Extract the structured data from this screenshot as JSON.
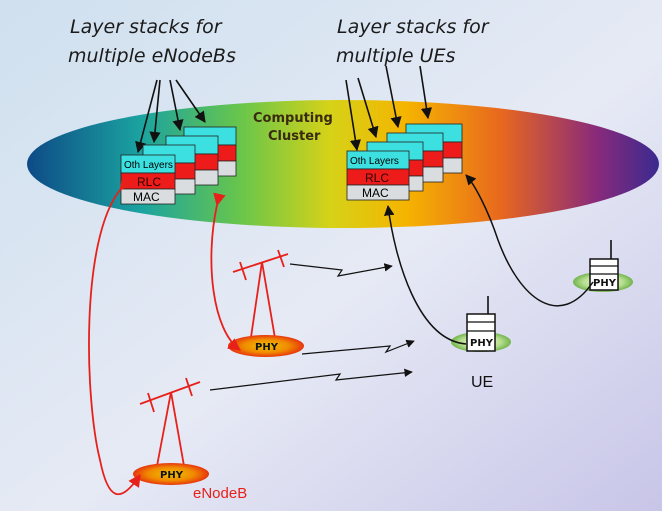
{
  "labels": {
    "enodeb_stacks_line1": "Layer stacks for",
    "enodeb_stacks_line2": "multiple eNodeBs",
    "ue_stacks_line1": "Layer stacks for",
    "ue_stacks_line2": "multiple UEs",
    "cluster_line1": "Computing",
    "cluster_line2": "Cluster",
    "ue": "UE",
    "enodeb": "eNodeB"
  },
  "stack": {
    "oth": "Oth Layers",
    "rlc": "RLC",
    "mac": "MAC"
  },
  "phy": "PHY",
  "colors": {
    "oth": "#3ce0e0",
    "rlc": "#ee1b1b",
    "mac": "#d9dde0",
    "link": "#e8201a"
  }
}
